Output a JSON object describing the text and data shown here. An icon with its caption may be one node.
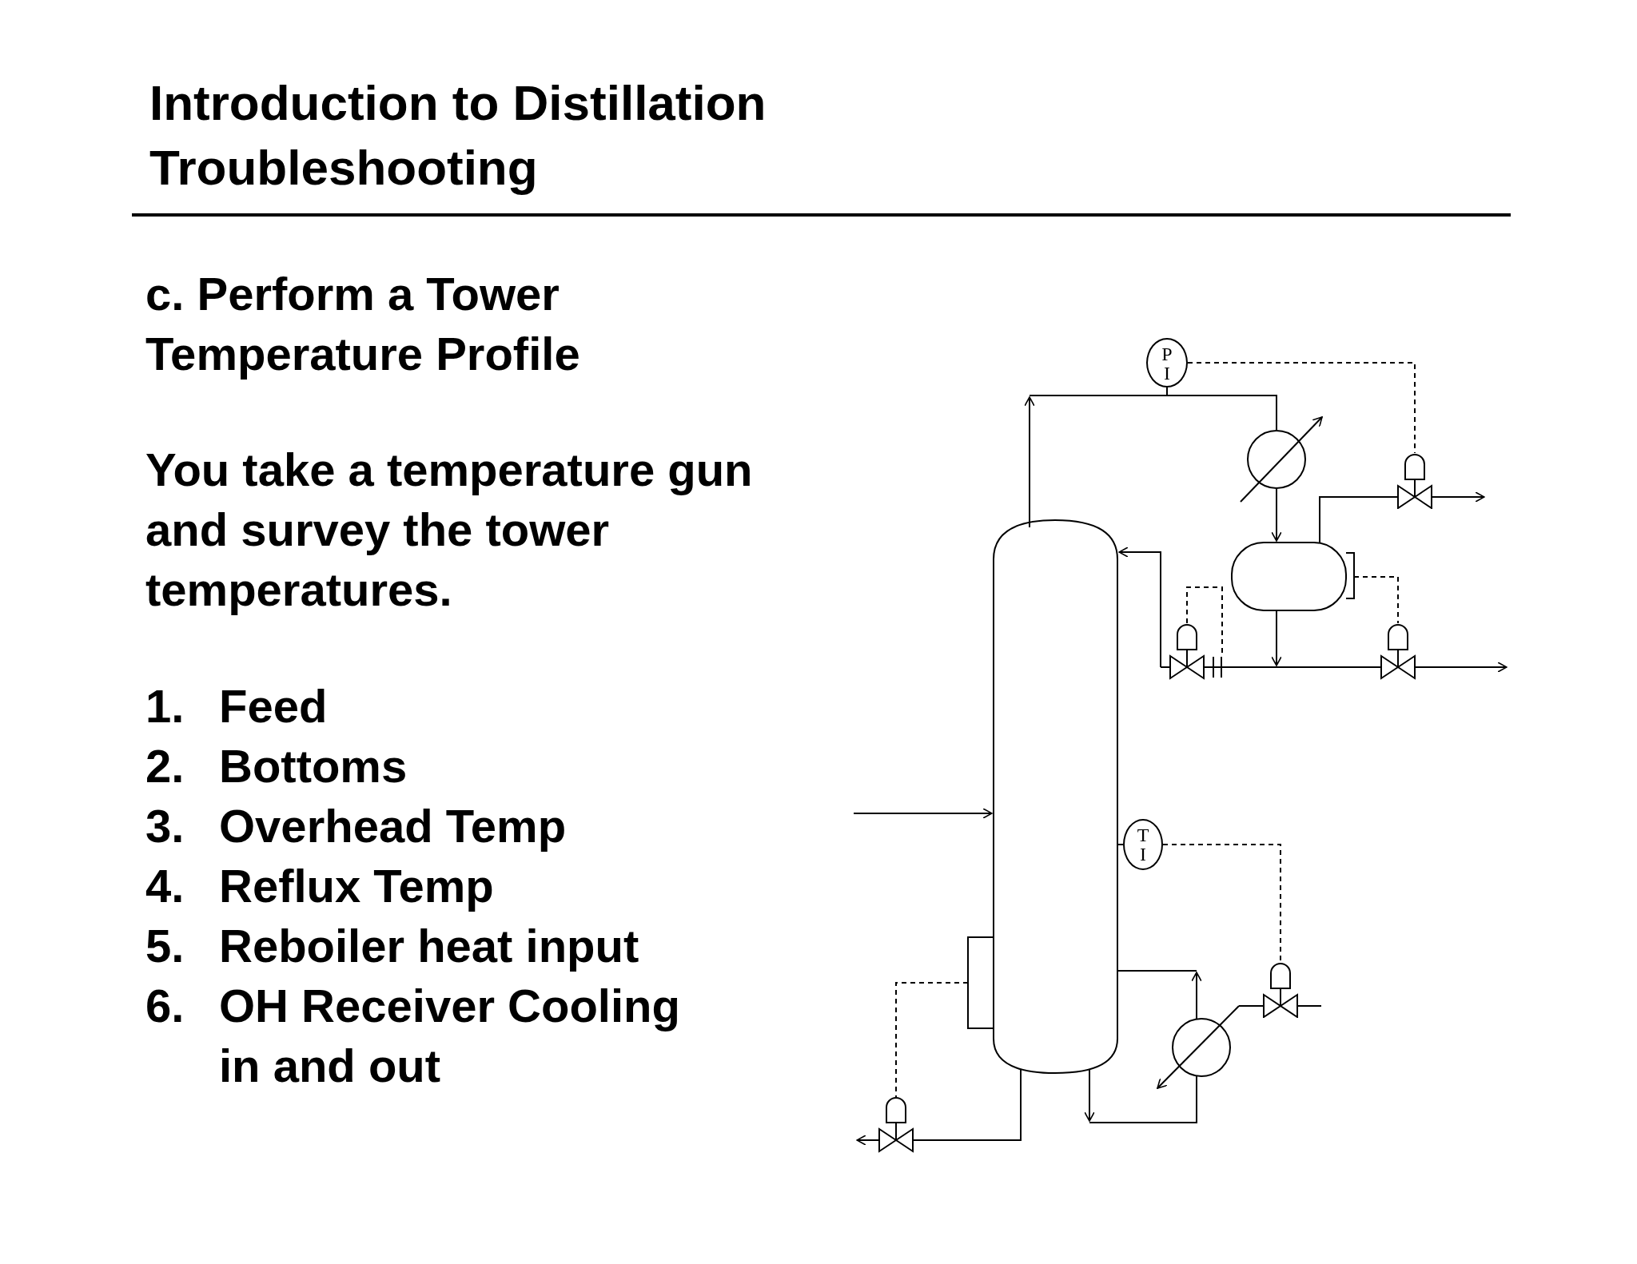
{
  "diagram": {
    "title": "Introduction to Distillation Troubleshooting",
    "nodes": [
      {
        "text": [
          "P",
          "I"
        ]
      },
      {
        "text": [
          "T",
          "I"
        ]
      },
      {
        "text": [],
        "shape": "valve"
      },
      {
        "text": [],
        "shape": "valve"
      }
    ],
    "edges": [
      {
        "from": 0,
        "to": 2,
        "arrow": "none",
        "style": "dashed"
      },
      {
        "from": 1,
        "to": 3,
        "arrow": "none",
        "style": "dashed"
      }
    ],
    "labels": [
      "c. Perform a Tower Temperature Profile",
      "You take a temperature gun and survey the tower temperatures.",
      "1.",
      "Feed",
      "2.",
      "Bottoms",
      "3.",
      "Overhead Temp",
      "4.",
      "Reflux Temp",
      "5.",
      "Reboiler heat input",
      "6.",
      "OH Receiver Cooling in and out"
    ]
  }
}
